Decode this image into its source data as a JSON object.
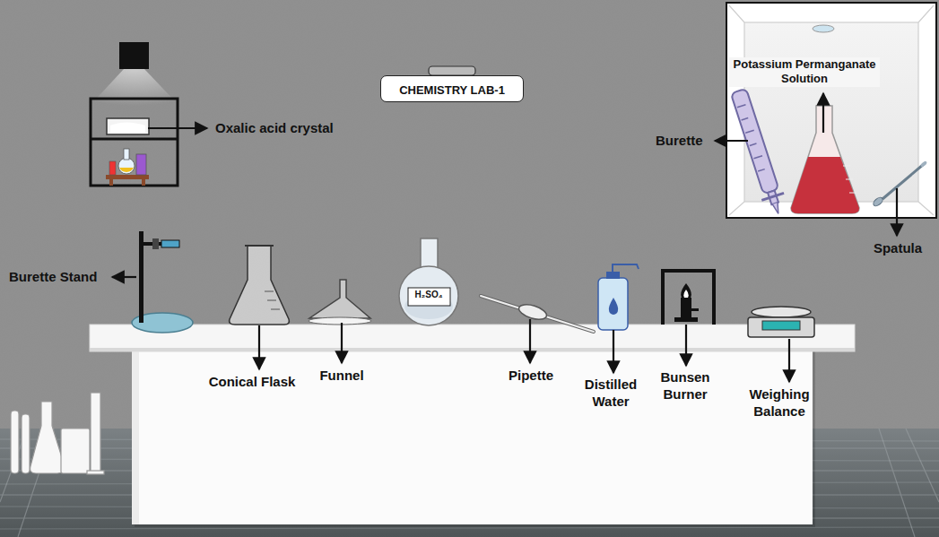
{
  "diagram": {
    "nodes": [
      {
        "text": [
          "CHEMISTRY LAB-1"
        ]
      }
    ],
    "labels": [
      "Oxalic acid crystal",
      "Potassium Permanganate Solution",
      "Burette",
      "Spatula",
      "Burette Stand",
      "Conical Flask",
      "Funnel",
      "H₂SO₄",
      "Pipette",
      "Distilled Water",
      "Bunsen Burner",
      "Weighing Balance"
    ]
  }
}
